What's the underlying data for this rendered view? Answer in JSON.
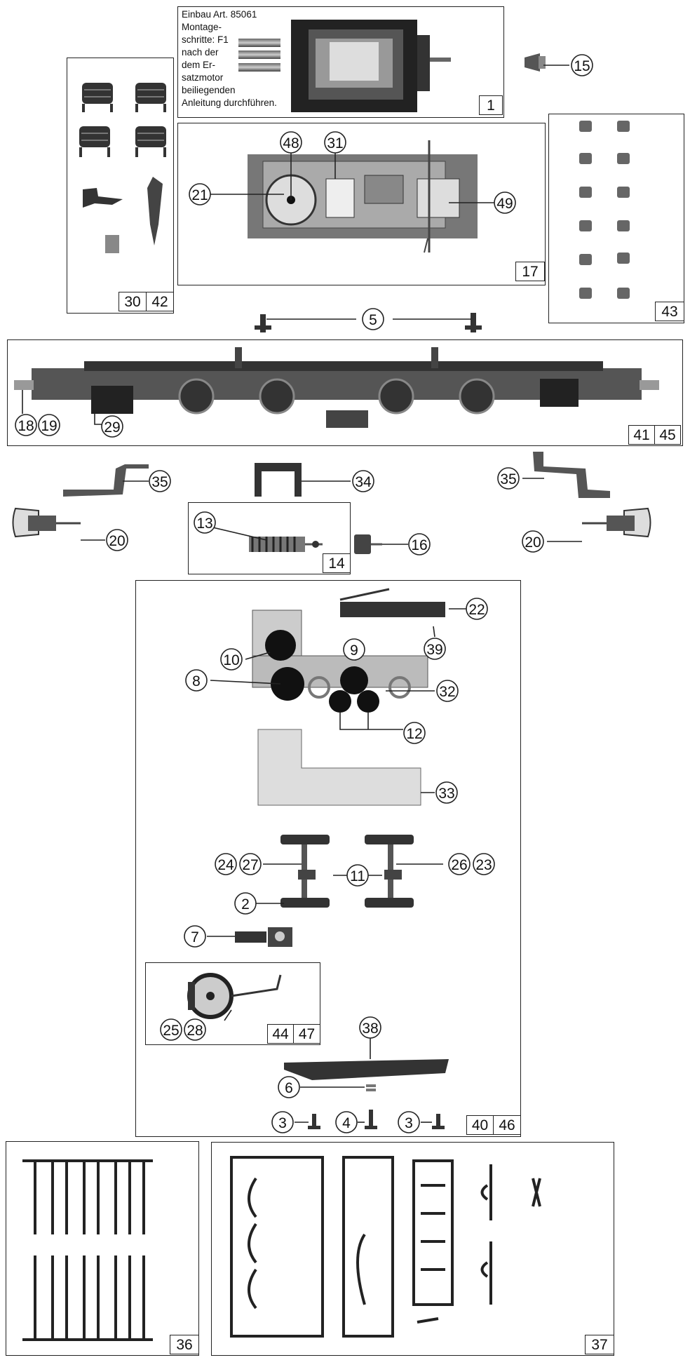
{
  "motor_note": "Einbau Art. 85061\nMontage-\nschritte: F1\nnach der\ndem Er-\nsatzmotor\nbeiliegenden\nAnleitung durchführen.",
  "callouts": [
    "48",
    "31",
    "21",
    "49",
    "5",
    "15",
    "18",
    "19",
    "29",
    "35",
    "34",
    "35",
    "20",
    "13",
    "16",
    "20",
    "22",
    "39",
    "10",
    "9",
    "8",
    "32",
    "12",
    "33",
    "24",
    "27",
    "11",
    "26",
    "23",
    "2",
    "7",
    "38",
    "25",
    "28",
    "6",
    "3",
    "4",
    "3"
  ],
  "box_labels": [
    "1",
    "17",
    "30",
    "42",
    "43",
    "41",
    "45",
    "14",
    "44",
    "47",
    "40",
    "46",
    "36",
    "37"
  ]
}
